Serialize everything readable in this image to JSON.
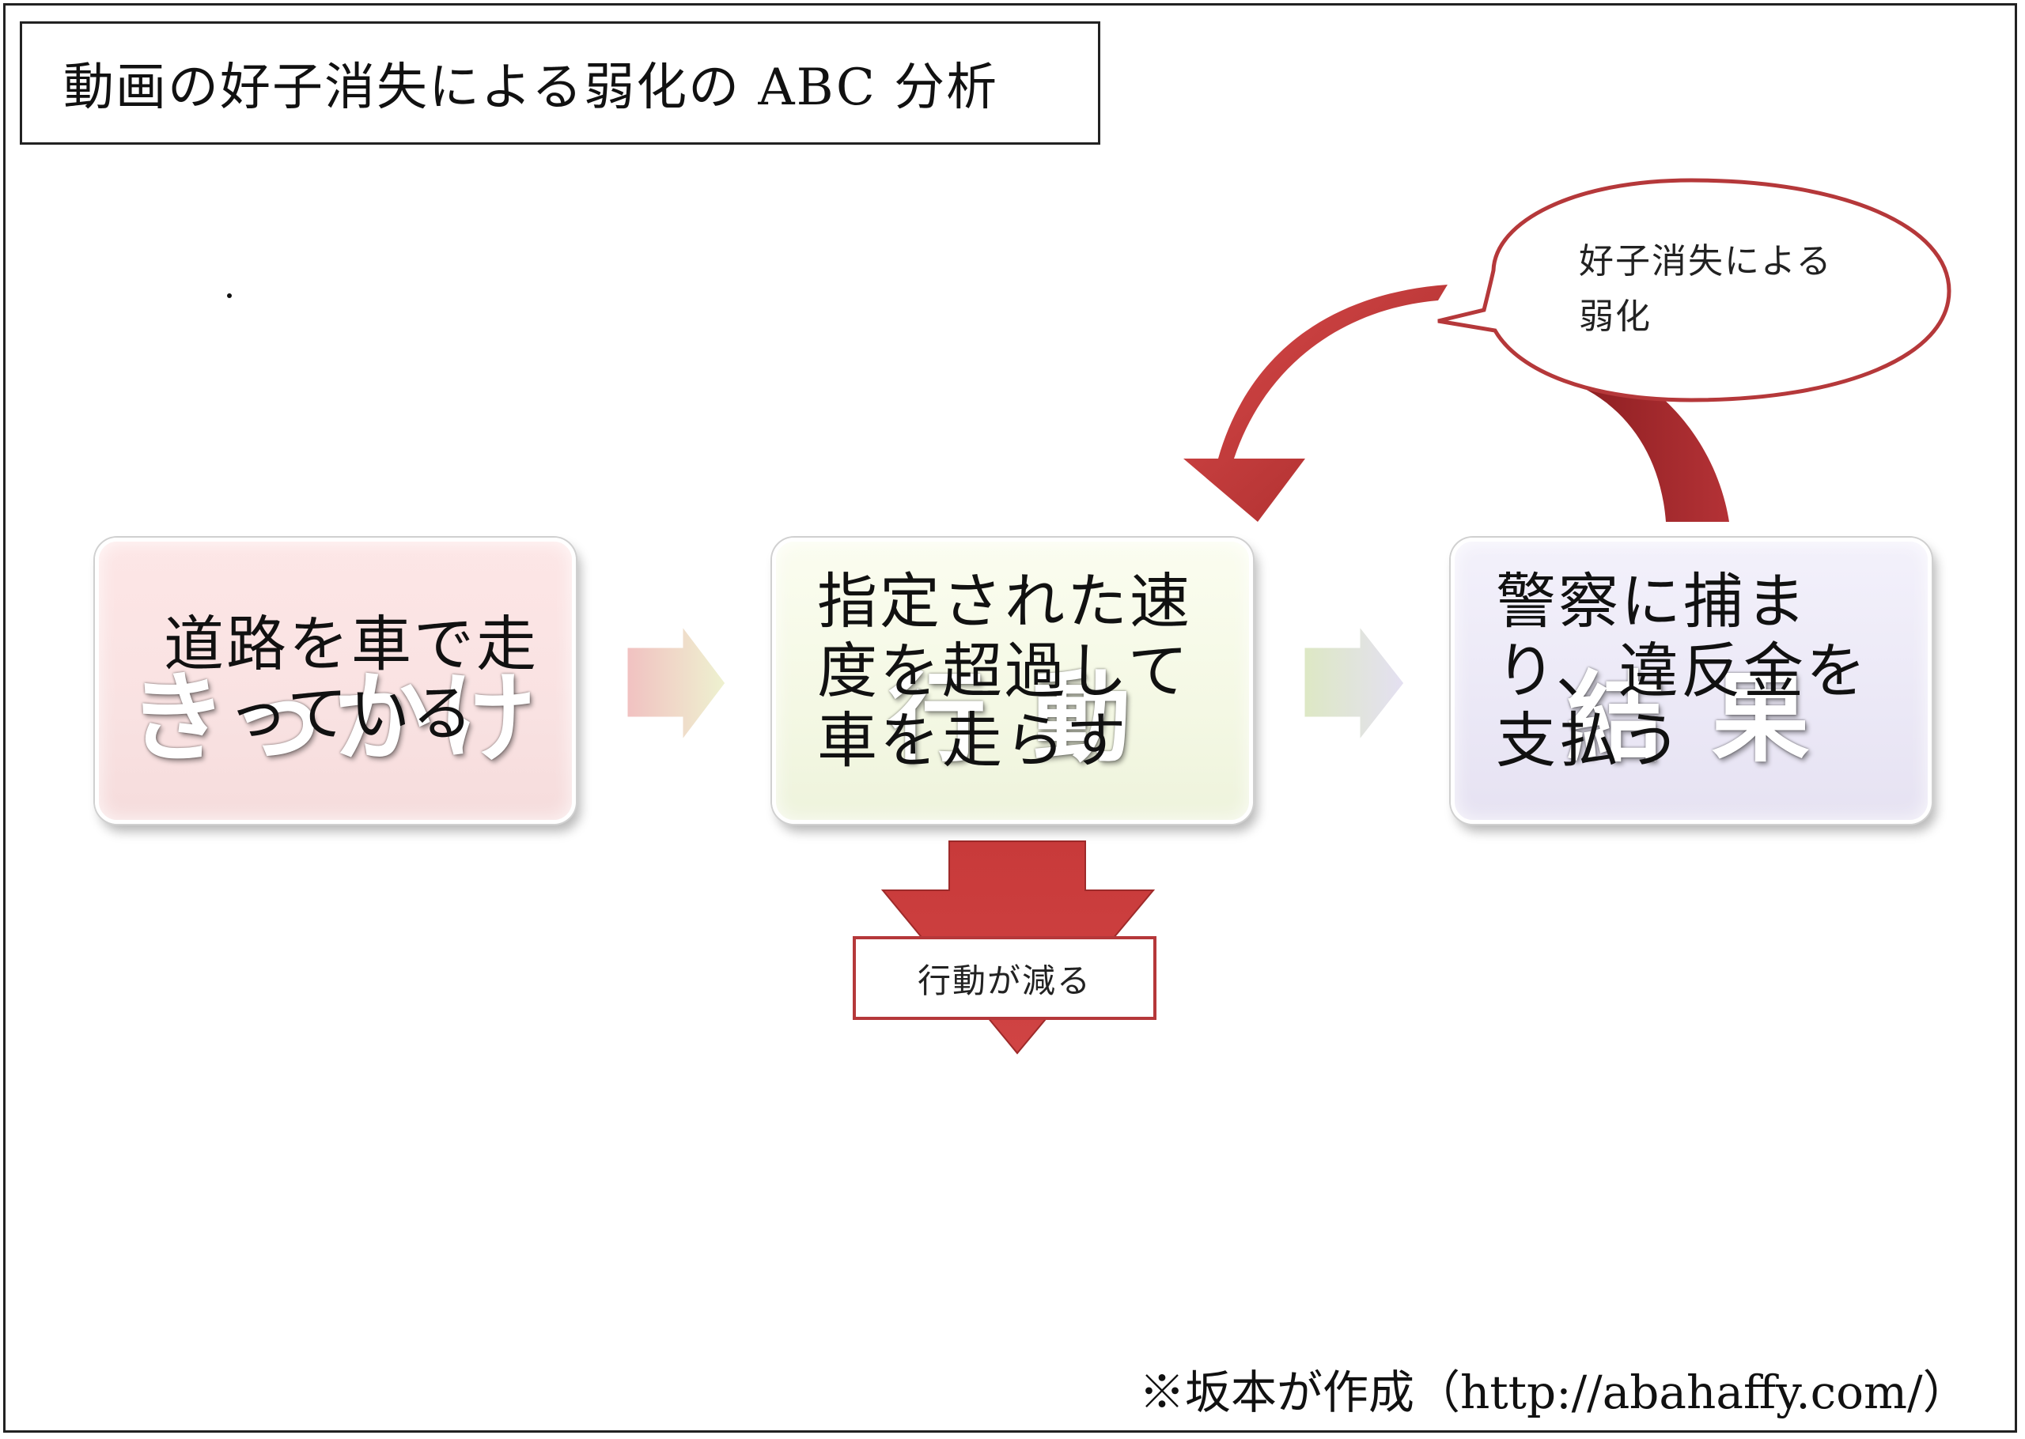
{
  "title": "動画の好子消失による弱化の ABC 分析",
  "boxes": {
    "antecedent": {
      "watermark": "きっかけ",
      "text": "道路を車で走っている"
    },
    "behavior": {
      "watermark": "行 動",
      "text": "指定された速度を超過して車を走らす"
    },
    "consequence": {
      "watermark": "結 果",
      "text": "警察に捕まり、違反金を支払う"
    }
  },
  "bubble": {
    "text": "好子消失による\n弱化"
  },
  "decrease_label": "行動が減る",
  "credit": "※坂本が作成（http://abahaffy.com/）",
  "colors": {
    "antecedent_fill": "#fbe3e3",
    "behavior_fill": "#f4f8e4",
    "consequence_fill": "#ebe8f6",
    "arrow_red": "#b5383a"
  }
}
